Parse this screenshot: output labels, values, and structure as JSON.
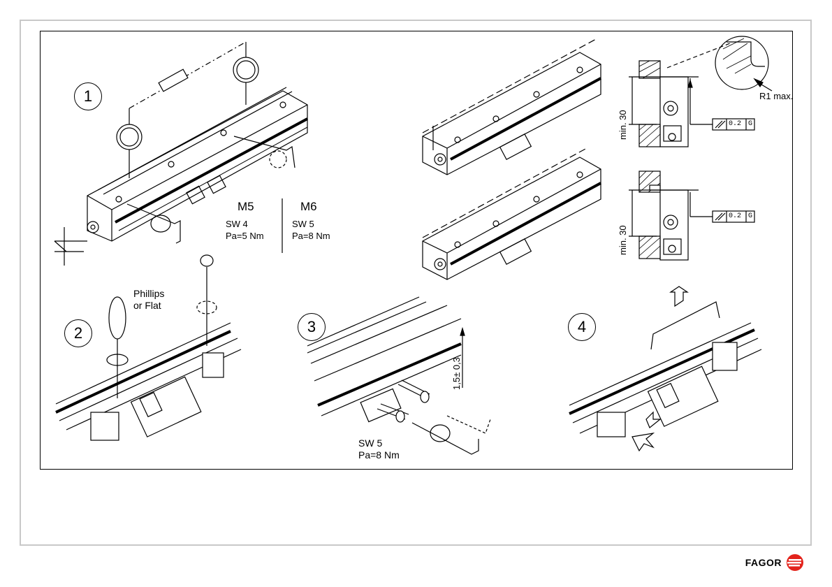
{
  "steps": {
    "s1": "1",
    "s2": "2",
    "s3": "3",
    "s4": "4"
  },
  "bolts": {
    "m5": {
      "label": "M5",
      "sw": "SW 4",
      "pa": "Pa=5 Nm"
    },
    "m6": {
      "label": "M6",
      "sw": "SW 5",
      "pa": "Pa=8 Nm"
    }
  },
  "step2": {
    "tool_line1": "Phillips",
    "tool_line2": "or Flat"
  },
  "step3": {
    "sw": "SW 5",
    "pa": "Pa=8 Nm",
    "dimension": "1,5± 0,3"
  },
  "profile": {
    "min": "min. 30",
    "radius": "R1 max."
  },
  "tolerance": {
    "value": "0.2",
    "datum": "G"
  },
  "brand": {
    "name": "FAGOR",
    "color": "#e3231b"
  }
}
